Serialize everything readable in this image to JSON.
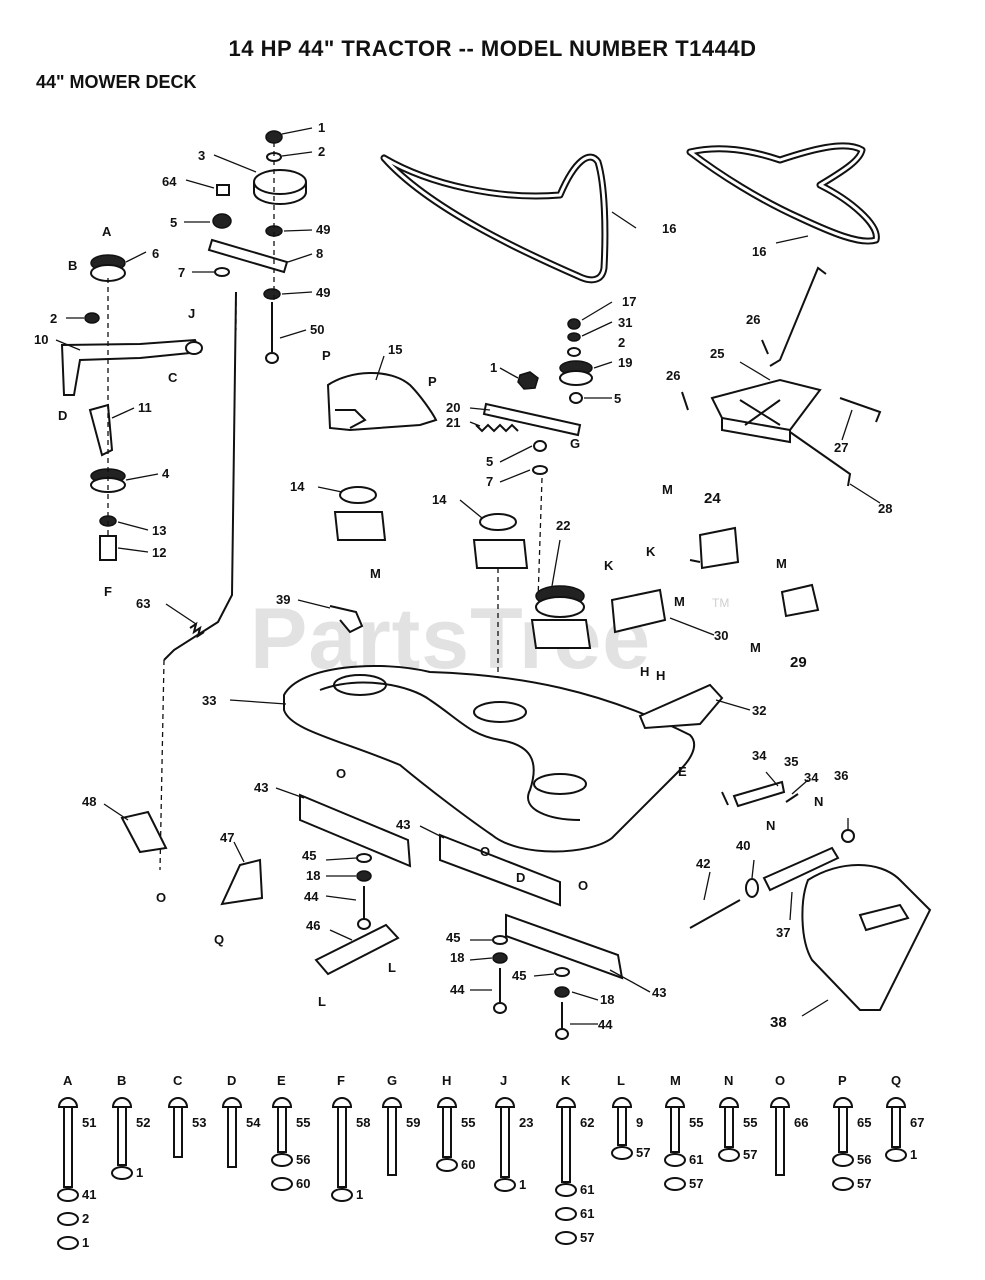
{
  "header": {
    "title": "14 HP 44\" TRACTOR -- MODEL NUMBER T1444D",
    "subtitle": "44\" MOWER DECK"
  },
  "watermark": {
    "text": "PartsTree",
    "mark": "TM"
  },
  "callouts": [
    {
      "id": "c1",
      "text": "1"
    },
    {
      "id": "c2",
      "text": "2"
    },
    {
      "id": "c3",
      "text": "3"
    },
    {
      "id": "c64",
      "text": "64"
    },
    {
      "id": "c5a",
      "text": "5"
    },
    {
      "id": "c49a",
      "text": "49"
    },
    {
      "id": "c6",
      "text": "6"
    },
    {
      "id": "c8",
      "text": "8"
    },
    {
      "id": "c7a",
      "text": "7"
    },
    {
      "id": "c49b",
      "text": "49"
    },
    {
      "id": "c2b",
      "text": "2"
    },
    {
      "id": "c10",
      "text": "10"
    },
    {
      "id": "c50",
      "text": "50"
    },
    {
      "id": "c11",
      "text": "11"
    },
    {
      "id": "c4",
      "text": "4"
    },
    {
      "id": "c13",
      "text": "13"
    },
    {
      "id": "c12",
      "text": "12"
    },
    {
      "id": "c15",
      "text": "15"
    },
    {
      "id": "c16a",
      "text": "16"
    },
    {
      "id": "c16b",
      "text": "16"
    },
    {
      "id": "c17",
      "text": "17"
    },
    {
      "id": "c31",
      "text": "31"
    },
    {
      "id": "c2c",
      "text": "2"
    },
    {
      "id": "c19",
      "text": "19"
    },
    {
      "id": "c1b",
      "text": "1"
    },
    {
      "id": "c5b",
      "text": "5"
    },
    {
      "id": "c20",
      "text": "20"
    },
    {
      "id": "c21",
      "text": "21"
    },
    {
      "id": "c5c",
      "text": "5"
    },
    {
      "id": "c7b",
      "text": "7"
    },
    {
      "id": "c26a",
      "text": "26"
    },
    {
      "id": "c25",
      "text": "25"
    },
    {
      "id": "c26b",
      "text": "26"
    },
    {
      "id": "c27",
      "text": "27"
    },
    {
      "id": "c28",
      "text": "28"
    },
    {
      "id": "c14a",
      "text": "14"
    },
    {
      "id": "c14b",
      "text": "14"
    },
    {
      "id": "c22",
      "text": "22"
    },
    {
      "id": "c24",
      "text": "24"
    },
    {
      "id": "c30",
      "text": "30"
    },
    {
      "id": "c29",
      "text": "29"
    },
    {
      "id": "c39",
      "text": "39"
    },
    {
      "id": "c63",
      "text": "63"
    },
    {
      "id": "c33",
      "text": "33"
    },
    {
      "id": "c32",
      "text": "32"
    },
    {
      "id": "c43a",
      "text": "43"
    },
    {
      "id": "c43b",
      "text": "43"
    },
    {
      "id": "c43c",
      "text": "43"
    },
    {
      "id": "c48",
      "text": "48"
    },
    {
      "id": "c47",
      "text": "47"
    },
    {
      "id": "c45a",
      "text": "45"
    },
    {
      "id": "c18a",
      "text": "18"
    },
    {
      "id": "c44a",
      "text": "44"
    },
    {
      "id": "c46",
      "text": "46"
    },
    {
      "id": "c45b",
      "text": "45"
    },
    {
      "id": "c18b",
      "text": "18"
    },
    {
      "id": "c44b",
      "text": "44"
    },
    {
      "id": "c45c",
      "text": "45"
    },
    {
      "id": "c18c",
      "text": "18"
    },
    {
      "id": "c44c",
      "text": "44"
    },
    {
      "id": "c34a",
      "text": "34"
    },
    {
      "id": "c35",
      "text": "35"
    },
    {
      "id": "c34b",
      "text": "34"
    },
    {
      "id": "c36",
      "text": "36"
    },
    {
      "id": "c40",
      "text": "40"
    },
    {
      "id": "c42",
      "text": "42"
    },
    {
      "id": "c37",
      "text": "37"
    },
    {
      "id": "c38",
      "text": "38"
    }
  ],
  "letters": [
    {
      "id": "lA",
      "text": "A"
    },
    {
      "id": "lB",
      "text": "B"
    },
    {
      "id": "lJ",
      "text": "J"
    },
    {
      "id": "lC",
      "text": "C"
    },
    {
      "id": "lD",
      "text": "D"
    },
    {
      "id": "lF",
      "text": "F"
    },
    {
      "id": "lP1",
      "text": "P"
    },
    {
      "id": "lP2",
      "text": "P"
    },
    {
      "id": "lG",
      "text": "G"
    },
    {
      "id": "lM1",
      "text": "M"
    },
    {
      "id": "lM2",
      "text": "M"
    },
    {
      "id": "lM3",
      "text": "M"
    },
    {
      "id": "lM4",
      "text": "M"
    },
    {
      "id": "lM5",
      "text": "M"
    },
    {
      "id": "lK1",
      "text": "K"
    },
    {
      "id": "lK2",
      "text": "K"
    },
    {
      "id": "lH1",
      "text": "H"
    },
    {
      "id": "lH2",
      "text": "H"
    },
    {
      "id": "lE",
      "text": "E"
    },
    {
      "id": "lO1",
      "text": "O"
    },
    {
      "id": "lO2",
      "text": "O"
    },
    {
      "id": "lO3",
      "text": "O"
    },
    {
      "id": "lO4",
      "text": "O"
    },
    {
      "id": "lQ",
      "text": "Q"
    },
    {
      "id": "lD2",
      "text": "D"
    },
    {
      "id": "lL1",
      "text": "L"
    },
    {
      "id": "lL2",
      "text": "L"
    },
    {
      "id": "lN1",
      "text": "N"
    },
    {
      "id": "lN2",
      "text": "N"
    }
  ],
  "hardware_key": [
    {
      "letter": "A",
      "parts": [
        "51",
        "41",
        "2",
        "1"
      ]
    },
    {
      "letter": "B",
      "parts": [
        "52",
        "1"
      ]
    },
    {
      "letter": "C",
      "parts": [
        "53"
      ]
    },
    {
      "letter": "D",
      "parts": [
        "54"
      ]
    },
    {
      "letter": "E",
      "parts": [
        "55",
        "56",
        "60"
      ]
    },
    {
      "letter": "F",
      "parts": [
        "58",
        "1"
      ]
    },
    {
      "letter": "G",
      "parts": [
        "59"
      ]
    },
    {
      "letter": "H",
      "parts": [
        "55",
        "60"
      ]
    },
    {
      "letter": "J",
      "parts": [
        "23",
        "1"
      ]
    },
    {
      "letter": "K",
      "parts": [
        "62",
        "61",
        "61",
        "57"
      ]
    },
    {
      "letter": "L",
      "parts": [
        "9",
        "57"
      ]
    },
    {
      "letter": "M",
      "parts": [
        "55",
        "61",
        "57"
      ]
    },
    {
      "letter": "N",
      "parts": [
        "55",
        "57"
      ]
    },
    {
      "letter": "O",
      "parts": [
        "66"
      ]
    },
    {
      "letter": "P",
      "parts": [
        "65",
        "56",
        "57"
      ]
    },
    {
      "letter": "Q",
      "parts": [
        "67",
        "1"
      ]
    }
  ]
}
